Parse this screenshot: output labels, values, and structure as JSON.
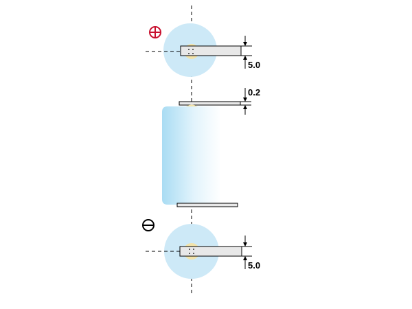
{
  "dimensions": {
    "top_tab_thickness": "5.0",
    "tab_gap": "0.2",
    "bottom_tab_thickness": "5.0"
  },
  "terminals": {
    "positive": "positive-terminal-symbol",
    "negative": "negative-terminal-symbol"
  },
  "colors": {
    "cell_face": "#cde9f7",
    "cell_edge": "#9fd3ef",
    "contact": "#f3e3a9",
    "tab_fill": "#e8e8e8",
    "positive_symbol": "#c8102e",
    "line": "#000000"
  }
}
